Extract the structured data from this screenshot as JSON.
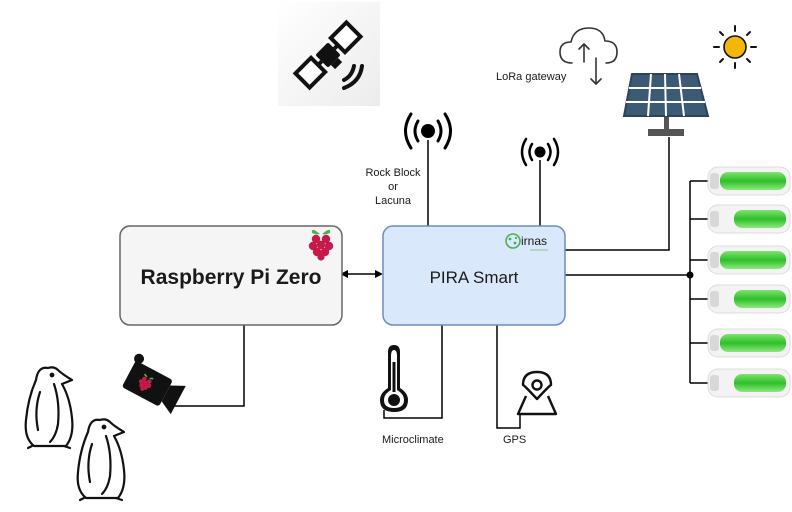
{
  "diagram": {
    "rpi_label": "Raspberry Pi Zero",
    "pira_label": "PIRA Smart",
    "irnas_logo_text": "irnas",
    "rockblock_lines": [
      "Rock Block",
      "or",
      "Lacuna"
    ],
    "lora_label": "LoRa gateway",
    "microclimate_label": "Microclimate",
    "gps_label": "GPS"
  },
  "colors": {
    "rpi_fill": "#f5f5f5",
    "pira_fill": "#dae8fc",
    "pira_stroke": "#6c8ebf",
    "battery_green": "#33cc33",
    "solar_blue": "#3c5a73",
    "sun_yellow": "#f5b60a",
    "raspberry_red": "#c51a4a"
  },
  "icons": [
    "satellite-icon",
    "antenna-icon",
    "cloud-upload-download-icon",
    "solar-panel-icon",
    "sun-icon",
    "battery-icon",
    "raspberry-pi-logo-icon",
    "camera-icon",
    "penguin-icon",
    "thermometer-icon",
    "map-pin-icon",
    "irnas-logo-icon"
  ],
  "battery_count": 6
}
